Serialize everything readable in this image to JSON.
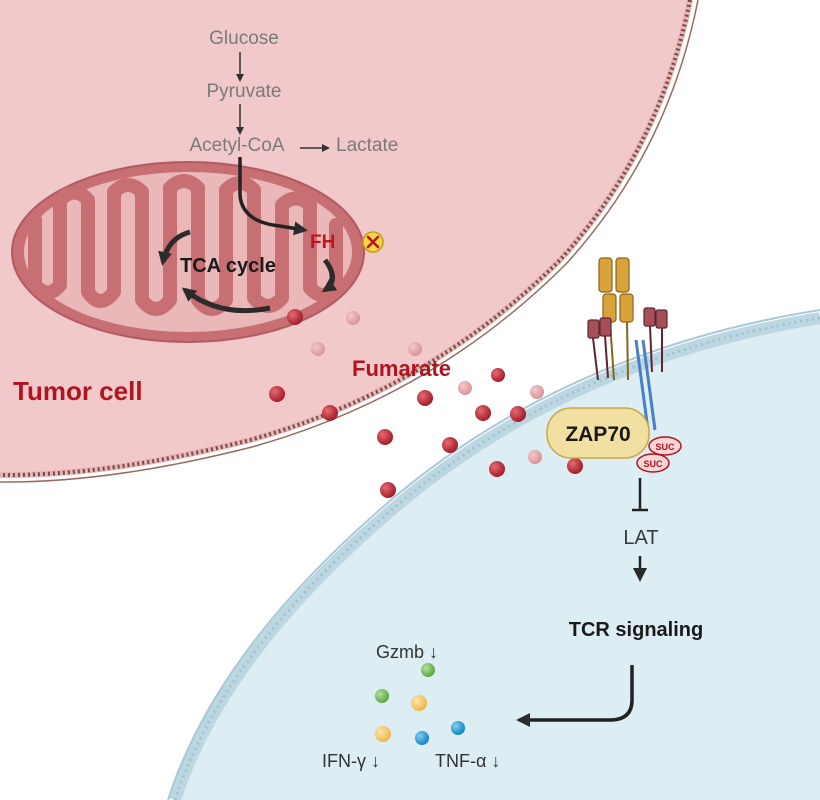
{
  "pathway": {
    "glucose": "Glucose",
    "pyruvate": "Pyruvate",
    "acetyl_coa": "Acetyl-CoA",
    "lactate": "Lactate"
  },
  "mitochondrion": {
    "enzyme": "FH",
    "cycle": "TCA cycle"
  },
  "tumor_cell": {
    "label": "Tumor cell"
  },
  "metabolite": {
    "label": "Fumarate"
  },
  "t_cell": {
    "kinase": "ZAP70",
    "modification_1": "SUC",
    "modification_2": "SUC",
    "adaptor": "LAT",
    "signaling": "TCR signaling",
    "cytokines": {
      "gzmb": "Gzmb ↓",
      "ifng": "IFN-γ ↓",
      "tnfa": "TNF-α ↓"
    }
  },
  "colors": {
    "tumor_fill": "#f1c9cb",
    "tumor_membrane": "#8a5a52",
    "tcell_fill": "#dcedf3",
    "tcell_membrane": "#9dc2d0",
    "mito_fill": "#c86f74",
    "fumarate_dot": "#c0303a",
    "label_red": "#b0141e",
    "zap70_fill": "#f2dfa2"
  }
}
